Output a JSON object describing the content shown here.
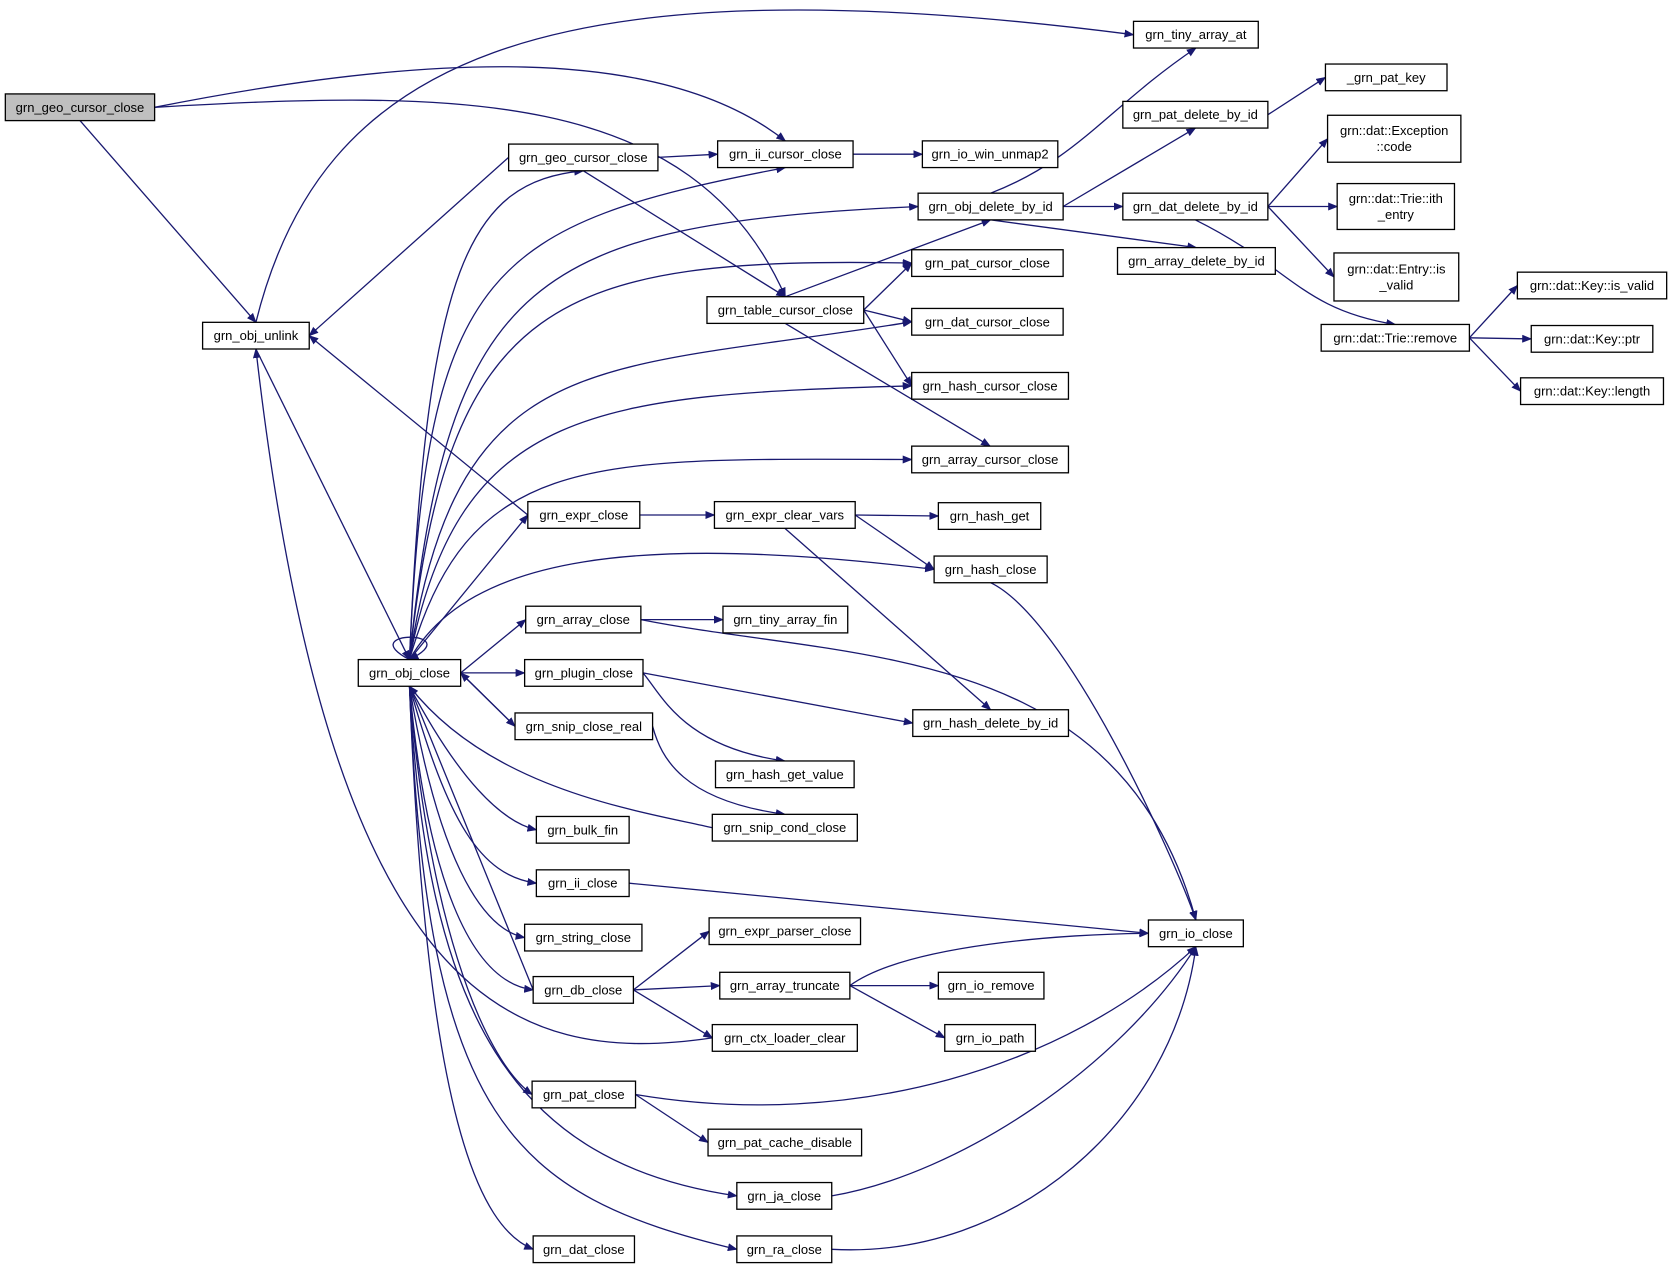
{
  "nodes": {
    "root": "grn_geo_cursor_close",
    "obj_unlink": "grn_obj_unlink",
    "tiny_array_at": "grn_tiny_array_at",
    "geo_cursor_close": "grn_geo_cursor_close",
    "ii_cursor_close": "grn_ii_cursor_close",
    "io_win_unmap2": "grn_io_win_unmap2",
    "table_cursor_close": "grn_table_cursor_close",
    "obj_delete_by_id": "grn_obj_delete_by_id",
    "pat_delete_by_id": "grn_pat_delete_by_id",
    "pat_key": "_grn_pat_key",
    "exception_code": [
      "grn::dat::Exception",
      "::code"
    ],
    "dat_delete_by_id": "grn_dat_delete_by_id",
    "trie_ith_entry": [
      "grn::dat::Trie::ith",
      "_entry"
    ],
    "array_delete_by_id": "grn_array_delete_by_id",
    "entry_is_valid": [
      "grn::dat::Entry::is",
      "_valid"
    ],
    "pat_cursor_close": "grn_pat_cursor_close",
    "dat_cursor_close": "grn_dat_cursor_close",
    "trie_remove": "grn::dat::Trie::remove",
    "key_is_valid": "grn::dat::Key::is_valid",
    "key_ptr": "grn::dat::Key::ptr",
    "key_length": "grn::dat::Key::length",
    "hash_cursor_close": "grn_hash_cursor_close",
    "array_cursor_close": "grn_array_cursor_close",
    "expr_close": "grn_expr_close",
    "expr_clear_vars": "grn_expr_clear_vars",
    "hash_get": "grn_hash_get",
    "hash_close": "grn_hash_close",
    "array_close": "grn_array_close",
    "tiny_array_fin": "grn_tiny_array_fin",
    "obj_close": "grn_obj_close",
    "plugin_close": "grn_plugin_close",
    "hash_delete_by_id": "grn_hash_delete_by_id",
    "snip_close_real": "grn_snip_close_real",
    "hash_get_value": "grn_hash_get_value",
    "bulk_fin": "grn_bulk_fin",
    "snip_cond_close": "grn_snip_cond_close",
    "ii_close": "grn_ii_close",
    "io_close": "grn_io_close",
    "string_close": "grn_string_close",
    "expr_parser_close": "grn_expr_parser_close",
    "db_close": "grn_db_close",
    "array_truncate": "grn_array_truncate",
    "io_remove": "grn_io_remove",
    "ctx_loader_clear": "grn_ctx_loader_clear",
    "io_path": "grn_io_path",
    "pat_close": "grn_pat_close",
    "pat_cache_disable": "grn_pat_cache_disable",
    "ja_close": "grn_ja_close",
    "dat_close": "grn_dat_close",
    "ra_close": "grn_ra_close"
  }
}
